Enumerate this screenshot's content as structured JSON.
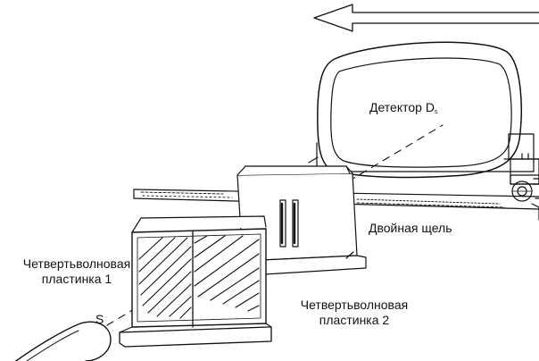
{
  "labels": {
    "detector": "Детектор D",
    "detector_sub": "s",
    "double_slit": "Двойная щель",
    "qwp1_line1": "Четвертьволновая",
    "qwp1_line2": "пластинка 1",
    "qwp2_line1": "Четвертьволновая",
    "qwp2_line2": "пластинка 2",
    "source": "S"
  },
  "colors": {
    "ink": "#111111",
    "paper": "#ffffff"
  }
}
